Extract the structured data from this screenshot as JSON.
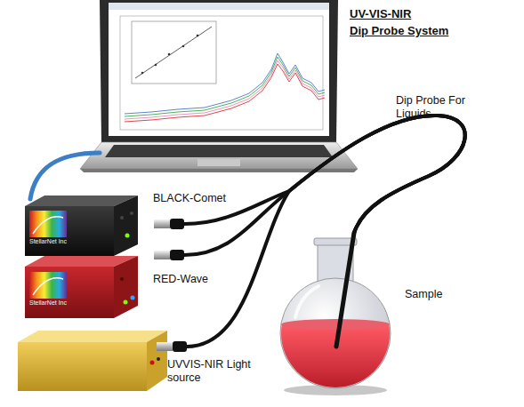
{
  "diagram": {
    "title": "UV-VIS-NIR Dip Probe System",
    "nodes": [
      {
        "text": [
          "StellarNet Inc",
          "BLACK-Comet"
        ]
      },
      {
        "text": [
          "StellarNet Inc",
          "RED-Wave"
        ]
      },
      {
        "text": [
          "UVVIS-NIR Light source"
        ]
      },
      {
        "text": [
          "Sample"
        ]
      }
    ],
    "edges": [
      {
        "from": 0,
        "to": 3,
        "arrow": "none"
      },
      {
        "from": 1,
        "to": 3,
        "arrow": "none"
      },
      {
        "from": 2,
        "to": 3,
        "arrow": "none"
      }
    ],
    "labels": [
      "Dip Probe For Liquids"
    ]
  }
}
